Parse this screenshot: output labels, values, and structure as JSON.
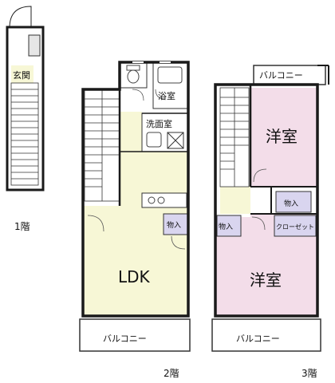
{
  "floor1": {
    "floor_label": "1階",
    "genkan": "玄関"
  },
  "floor2": {
    "floor_label": "2階",
    "bath": "浴室",
    "washroom": "洗面室",
    "storage": "物入",
    "ldk": "LDK",
    "balcony": "バルコニー"
  },
  "floor3": {
    "floor_label": "3階",
    "balcony_top": "バルコニー",
    "western_room_top": "洋室",
    "storage_center": "物入",
    "storage_left": "物入",
    "closet": "クローゼット",
    "western_room_bottom": "洋室",
    "balcony_bottom": "バルコニー"
  },
  "colors": {
    "wall": "#1a1a1a",
    "ldk_fill": "#f7f7d6",
    "western_fill": "#f3dde9",
    "storage_fill": "#d9d5ef",
    "stairs_fill": "#ffffff",
    "background": "#ffffff"
  }
}
